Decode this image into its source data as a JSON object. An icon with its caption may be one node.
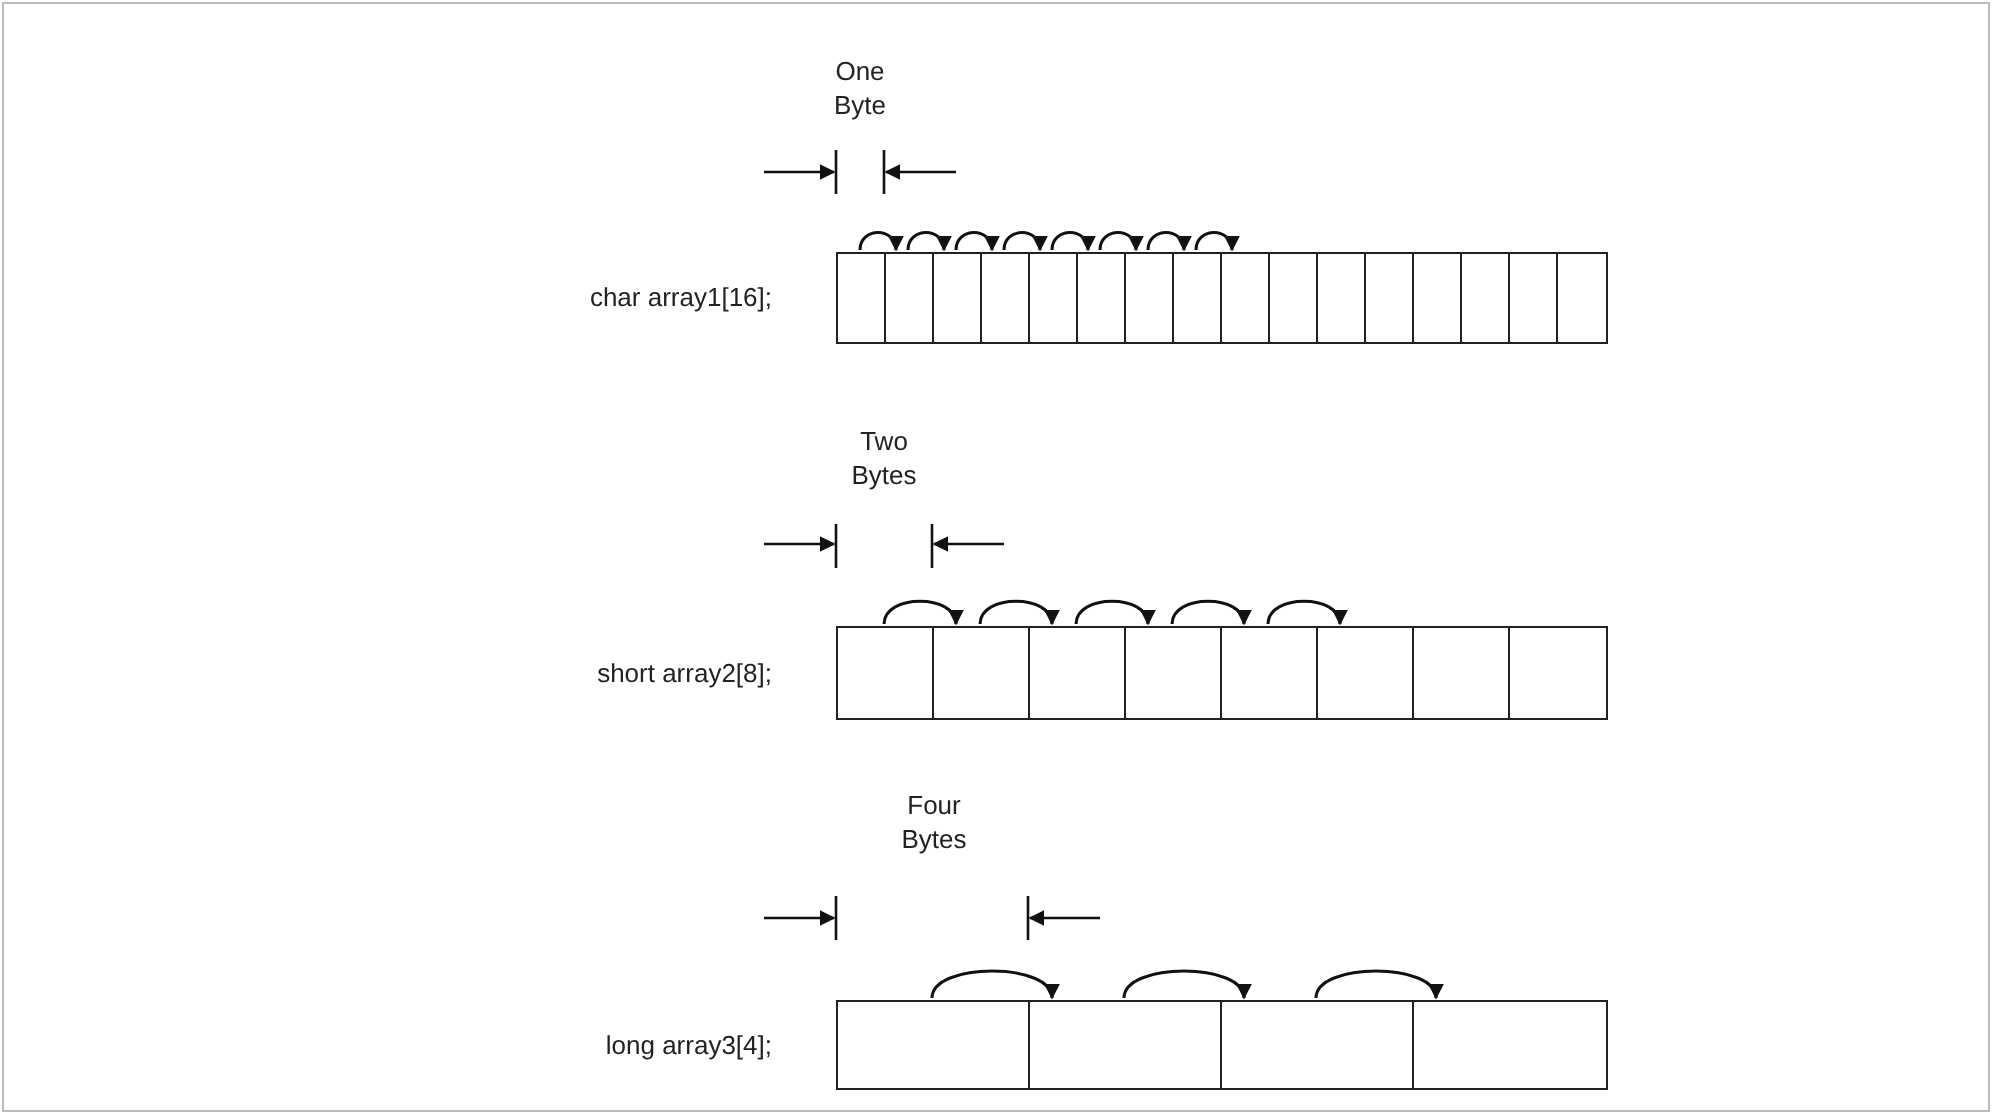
{
  "diagram": {
    "nodes": [
      {
        "text": [],
        "shape": "box"
      },
      {
        "text": [],
        "shape": "box"
      },
      {
        "text": [],
        "shape": "box"
      },
      {
        "text": [],
        "shape": "box"
      },
      {
        "text": [],
        "shape": "box"
      },
      {
        "text": [],
        "shape": "box"
      },
      {
        "text": [],
        "shape": "box"
      },
      {
        "text": [],
        "shape": "box"
      },
      {
        "text": [],
        "shape": "box"
      },
      {
        "text": [],
        "shape": "box"
      },
      {
        "text": [],
        "shape": "box"
      },
      {
        "text": [],
        "shape": "box"
      },
      {
        "text": [],
        "shape": "box"
      },
      {
        "text": [],
        "shape": "box"
      },
      {
        "text": [],
        "shape": "box"
      },
      {
        "text": [],
        "shape": "box"
      },
      {
        "text": [],
        "shape": "box"
      },
      {
        "text": [],
        "shape": "box"
      },
      {
        "text": [],
        "shape": "box"
      },
      {
        "text": [],
        "shape": "box"
      },
      {
        "text": [],
        "shape": "box"
      },
      {
        "text": [],
        "shape": "box"
      },
      {
        "text": [],
        "shape": "box"
      },
      {
        "text": [],
        "shape": "box"
      },
      {
        "text": [],
        "shape": "box"
      },
      {
        "text": [],
        "shape": "box"
      },
      {
        "text": [],
        "shape": "box"
      },
      {
        "text": [],
        "shape": "box"
      }
    ],
    "edges": [
      {
        "from": 0,
        "to": 1,
        "arrow": "to"
      },
      {
        "from": 1,
        "to": 2,
        "arrow": "to"
      },
      {
        "from": 2,
        "to": 3,
        "arrow": "to"
      },
      {
        "from": 3,
        "to": 4,
        "arrow": "to"
      },
      {
        "from": 4,
        "to": 5,
        "arrow": "to"
      },
      {
        "from": 5,
        "to": 6,
        "arrow": "to"
      },
      {
        "from": 6,
        "to": 7,
        "arrow": "to"
      },
      {
        "from": 7,
        "to": 8,
        "arrow": "to"
      },
      {
        "from": 16,
        "to": 17,
        "arrow": "to"
      },
      {
        "from": 17,
        "to": 18,
        "arrow": "to"
      },
      {
        "from": 18,
        "to": 19,
        "arrow": "to"
      },
      {
        "from": 19,
        "to": 20,
        "arrow": "to"
      },
      {
        "from": 20,
        "to": 21,
        "arrow": "to"
      },
      {
        "from": 24,
        "to": 25,
        "arrow": "to"
      },
      {
        "from": 25,
        "to": 26,
        "arrow": "to"
      },
      {
        "from": 26,
        "to": 27,
        "arrow": "to"
      }
    ],
    "labels": [
      "One Byte",
      "char array1[16];",
      "Two Bytes",
      "short array2[8];",
      "Four Bytes",
      "long array3[4];"
    ]
  }
}
